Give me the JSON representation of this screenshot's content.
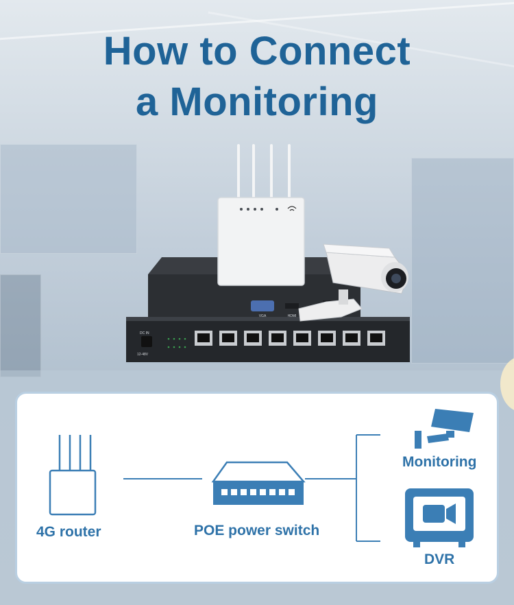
{
  "title": {
    "line1": "How to Connect",
    "line2": "a Monitoring"
  },
  "diagram": {
    "router_label": "4G router",
    "switch_label": "POE power switch",
    "monitoring_label": "Monitoring",
    "dvr_label": "DVR"
  },
  "device_photo": {
    "switch_port_count": 8,
    "router_antenna_count": 4,
    "dc_in_label": "DC IN",
    "voltage_label": "12-48V",
    "vga_label": "VGA",
    "hdmi_label": "HDMI"
  },
  "colors": {
    "title": "#1f6397",
    "accent": "#2e72a8",
    "panel_border": "#b9cfe2",
    "icon": "#3b7eb5"
  }
}
